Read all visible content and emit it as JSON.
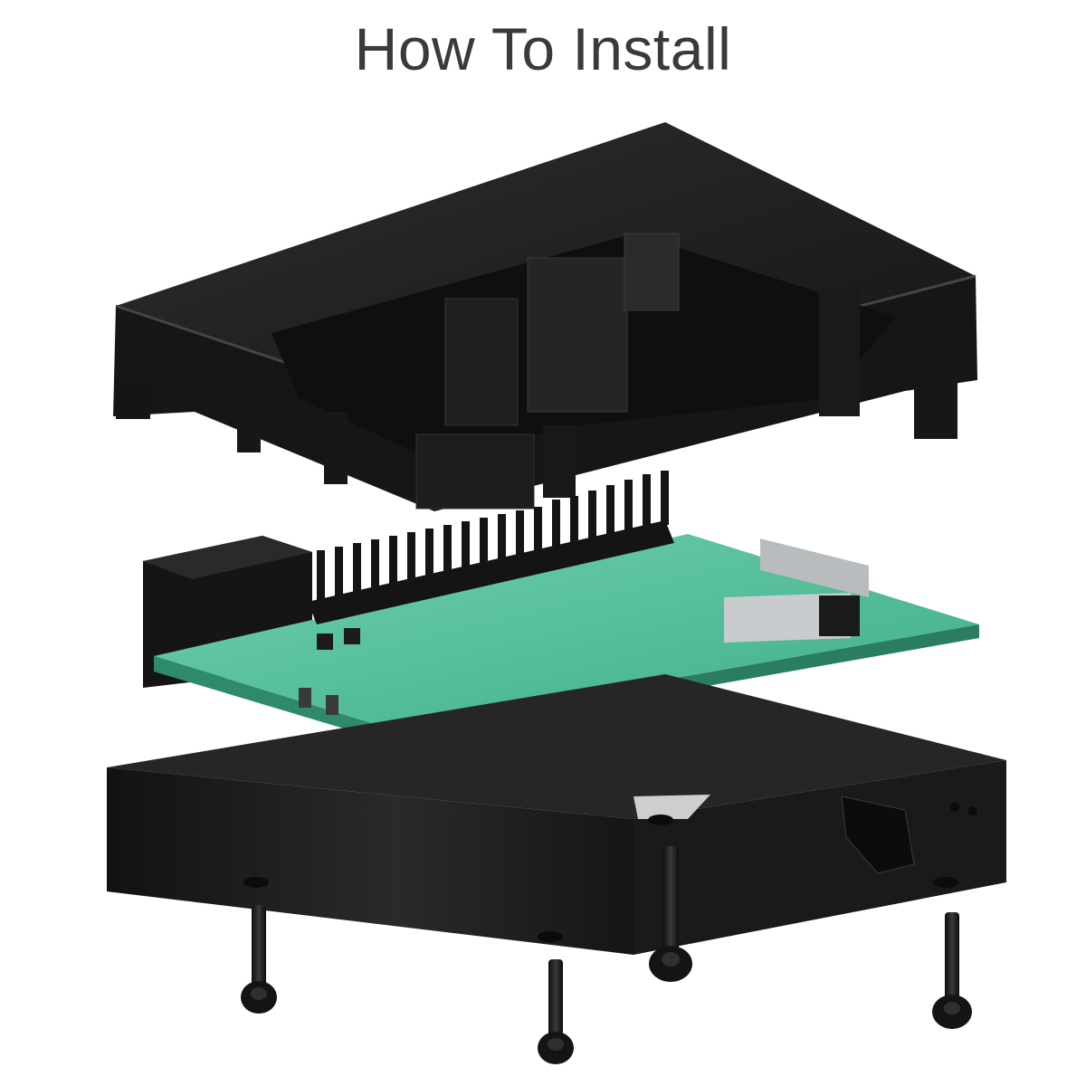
{
  "page": {
    "title": "How To Install"
  },
  "illustration": {
    "parts": [
      "top-case-lid",
      "circuit-board",
      "bottom-case-base",
      "screw",
      "screw",
      "screw",
      "screw"
    ],
    "colors": {
      "case": "#1c1c1c",
      "case_highlight": "#3c3c3c",
      "board": "#4fbf9a",
      "board_dark": "#2f8a6c",
      "pins": "#141414",
      "connector": "#b9bcbf"
    }
  }
}
